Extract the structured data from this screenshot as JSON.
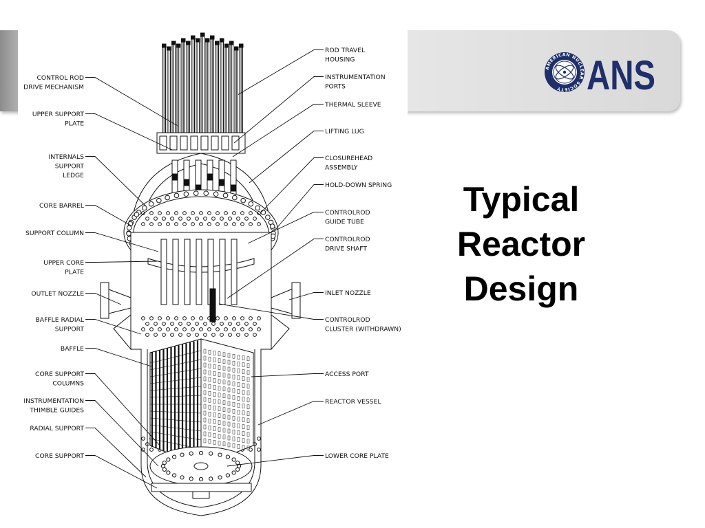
{
  "slide": {
    "title_lines": [
      "Typical",
      "Reactor",
      "Design"
    ],
    "logo_text": "ANS",
    "logo_ring_text": "AMERICAN NUCLEAR SOCIETY",
    "colors": {
      "logo_navy": "#1f2f6b",
      "band_gray": "#d9d9d9"
    }
  },
  "labels_left": [
    [
      "CONTROL ROD",
      "DRIVE MECHANISM"
    ],
    [
      "UPPER SUPPORT",
      "PLATE"
    ],
    [
      "INTERNALS",
      "SUPPORT",
      "LEDGE"
    ],
    [
      "CORE BARREL"
    ],
    [
      "SUPPORT COLUMN"
    ],
    [
      "UPPER CORE",
      "PLATE"
    ],
    [
      "OUTLET NOZZLE"
    ],
    [
      "BAFFLE RADIAL",
      "SUPPORT"
    ],
    [
      "BAFFLE"
    ],
    [
      "CORE SUPPORT",
      "COLUMNS"
    ],
    [
      "INSTRUMENTATION",
      "THIMBLE GUIDES"
    ],
    [
      "RADIAL SUPPORT"
    ],
    [
      "CORE SUPPORT"
    ]
  ],
  "labels_right": [
    [
      "ROD TRAVEL",
      "HOUSING"
    ],
    [
      "INSTRUMENTATION",
      "PORTS"
    ],
    [
      "THERMAL SLEEVE"
    ],
    [
      "LIFTING LUG"
    ],
    [
      "CLOSUREHEAD",
      "ASSEMBLY"
    ],
    [
      "HOLD-DOWN SPRING"
    ],
    [
      "CONTROLROD",
      "GUIDE TUBE"
    ],
    [
      "CONTROLROD",
      "DRIVE SHAFT"
    ],
    [
      "INLET NOZZLE"
    ],
    [
      "CONTROLROD",
      "CLUSTER (WITHDRAWN)"
    ],
    [
      "ACCESS PORT"
    ],
    [
      "REACTOR VESSEL"
    ],
    [
      "LOWER CORE PLATE"
    ]
  ]
}
